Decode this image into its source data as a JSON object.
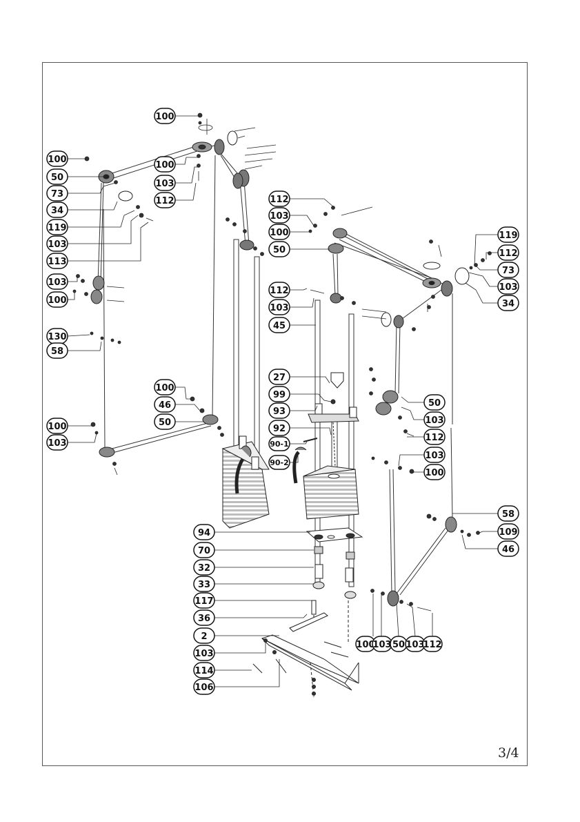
{
  "page": {
    "number": "3/4"
  },
  "callouts": [
    "100",
    "100",
    "50",
    "100",
    "103",
    "112",
    "73",
    "34",
    "119",
    "103",
    "113",
    "103",
    "100",
    "130",
    "58",
    "100",
    "46",
    "50",
    "100",
    "103",
    "112",
    "103",
    "100",
    "50",
    "119",
    "112",
    "73",
    "103",
    "34",
    "112",
    "103",
    "45",
    "27",
    "99",
    "93",
    "92",
    "90-1",
    "90-2",
    "50",
    "103",
    "112",
    "103",
    "100",
    "58",
    "109",
    "46",
    "94",
    "70",
    "32",
    "33",
    "117",
    "36",
    "2",
    "103",
    "114",
    "106",
    "100",
    "103",
    "50",
    "103",
    "112"
  ]
}
